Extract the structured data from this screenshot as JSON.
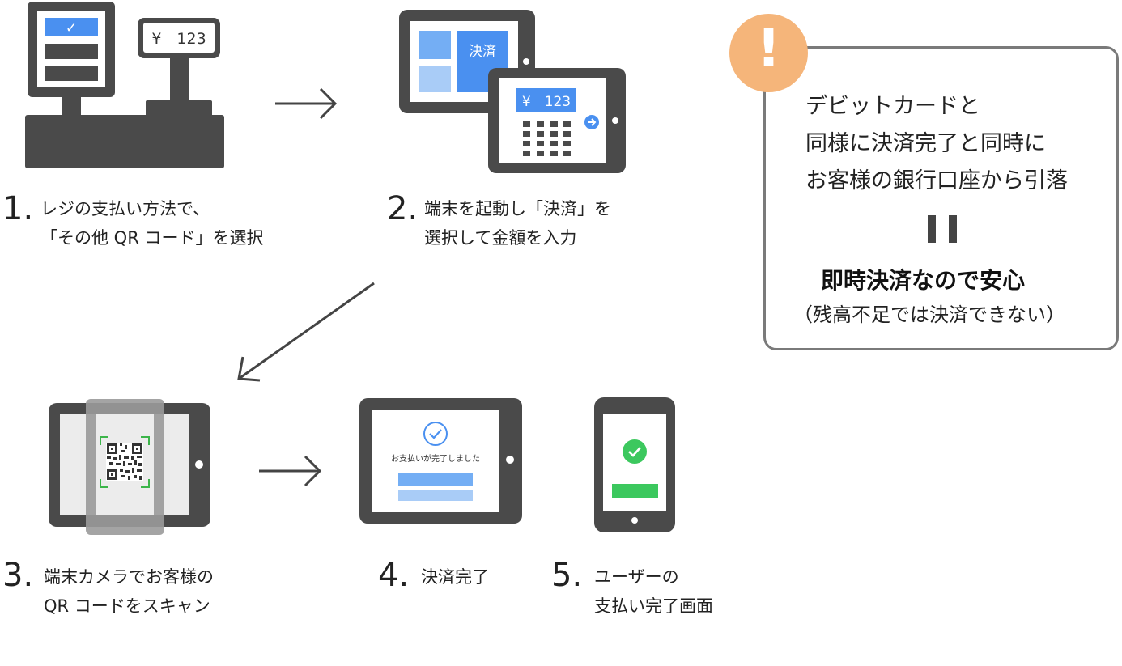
{
  "steps": [
    {
      "number": "1.",
      "lines": [
        "レジの支払い方法で、",
        "「その他 QR コード」を選択"
      ]
    },
    {
      "number": "2.",
      "lines": [
        "端末を起動し「決済」を",
        "選択して金額を入力"
      ]
    },
    {
      "number": "3.",
      "lines": [
        "端末カメラでお客様の",
        "QR コードをスキャン"
      ]
    },
    {
      "number": "4.",
      "lines": [
        "決済完了"
      ]
    },
    {
      "number": "5.",
      "lines": [
        "ユーザーの",
        "支払い完了画面"
      ]
    }
  ],
  "illustrations": {
    "register_display_price": "¥　123",
    "register_check": "✓",
    "tablet_menu_label": "決済",
    "tablet_amount": "¥　123",
    "complete_message": "お支払いが完了しました"
  },
  "note": {
    "alert_symbol": "!",
    "lines": [
      "デビットカードと",
      "同様に決済完了と同時に",
      "お客様の銀行口座から引落"
    ],
    "emphasis": "即時決済なので安心",
    "sub": "（残高不足では決済できない）"
  },
  "colors": {
    "device_dark": "#4a4a4a",
    "accent_blue": "#4a90f0",
    "light_blue": "#a9ccf7",
    "mid_blue": "#74aef4",
    "success_green": "#3cc85e",
    "qr_green": "#3cb54a",
    "alert_orange": "#f5b57a",
    "note_border": "#7a7a7a"
  }
}
